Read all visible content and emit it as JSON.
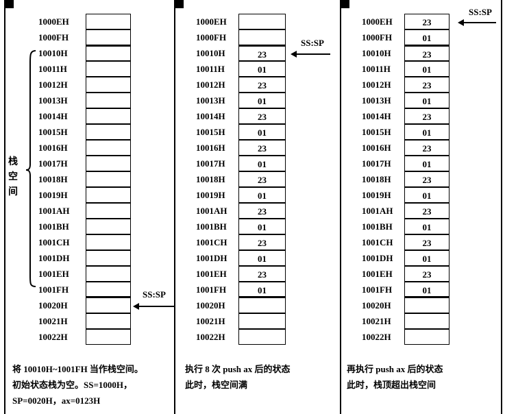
{
  "addresses": [
    "1000EH",
    "1000FH",
    "10010H",
    "10011H",
    "10012H",
    "10013H",
    "10014H",
    "10015H",
    "10016H",
    "10017H",
    "10018H",
    "10019H",
    "1001AH",
    "1001BH",
    "1001CH",
    "1001DH",
    "1001EH",
    "1001FH",
    "10020H",
    "10021H",
    "10022H"
  ],
  "stack_label": [
    "栈",
    "空",
    "间"
  ],
  "pointer_label": "SS:SP",
  "panels": [
    {
      "id": "initial",
      "values": [
        "",
        "",
        "",
        "",
        "",
        "",
        "",
        "",
        "",
        "",
        "",
        "",
        "",
        "",
        "",
        "",
        "",
        "",
        "",
        "",
        ""
      ],
      "sp_row": 18,
      "captions": [
        "将 10010H~1001FH 当作栈空间。",
        "初始状态栈为空。SS=1000H，",
        "SP=0020H，ax=0123H"
      ]
    },
    {
      "id": "after-8-push",
      "values": [
        "",
        "",
        "23",
        "01",
        "23",
        "01",
        "23",
        "01",
        "23",
        "01",
        "23",
        "01",
        "23",
        "01",
        "23",
        "01",
        "23",
        "01",
        "",
        "",
        ""
      ],
      "sp_row": 2,
      "captions": [
        "执行 8 次 push ax 后的状态",
        "此时，栈空间满"
      ]
    },
    {
      "id": "overflow",
      "values": [
        "23",
        "01",
        "23",
        "01",
        "23",
        "01",
        "23",
        "01",
        "23",
        "01",
        "23",
        "01",
        "23",
        "01",
        "23",
        "01",
        "23",
        "01",
        "",
        "",
        ""
      ],
      "sp_row": 0,
      "captions": [
        "再执行 push ax 后的状态",
        "此时，栈顶超出栈空间"
      ]
    }
  ]
}
